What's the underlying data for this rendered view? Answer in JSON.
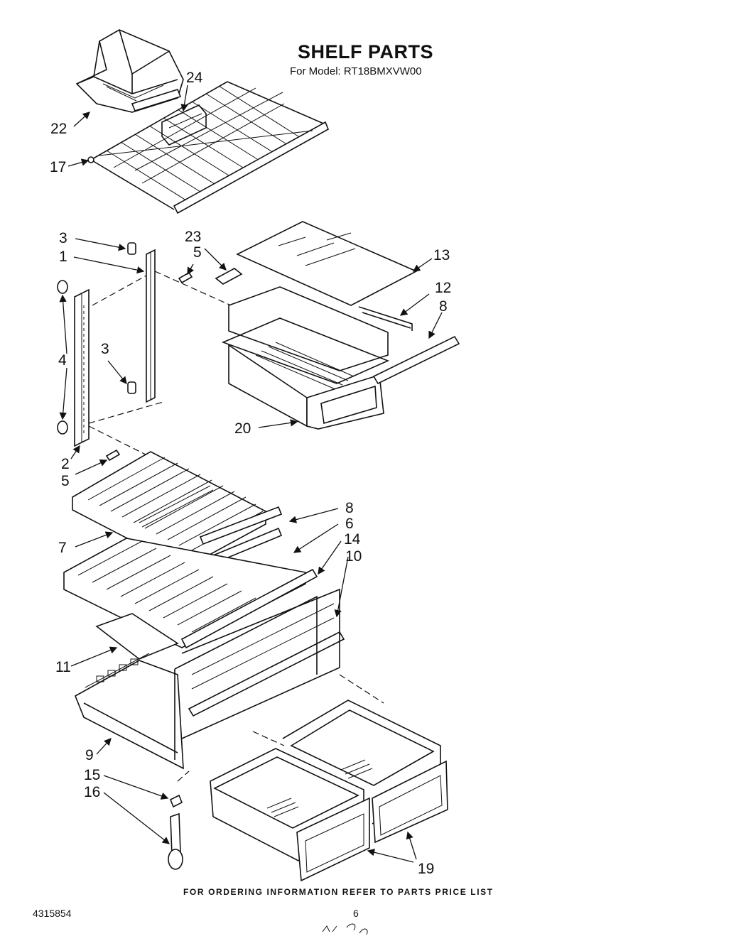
{
  "title": "SHELF PARTS",
  "subtitle": "For Model: RT18BMXVW00",
  "footer_note": "FOR ORDERING INFORMATION REFER TO PARTS PRICE LIST",
  "doc_number": "4315854",
  "page_number": "6",
  "callouts": {
    "c22": "22",
    "c24": "24",
    "c17": "17",
    "c3a": "3",
    "c1": "1",
    "c23": "23",
    "c5a": "5",
    "c13": "13",
    "c12": "12",
    "c8a": "8",
    "c4": "4",
    "c3b": "3",
    "c20": "20",
    "c2": "2",
    "c5b": "5",
    "c8b": "8",
    "c6": "6",
    "c14": "14",
    "c10": "10",
    "c7": "7",
    "c11": "11",
    "c9": "9",
    "c15": "15",
    "c16": "16",
    "c19": "19"
  }
}
